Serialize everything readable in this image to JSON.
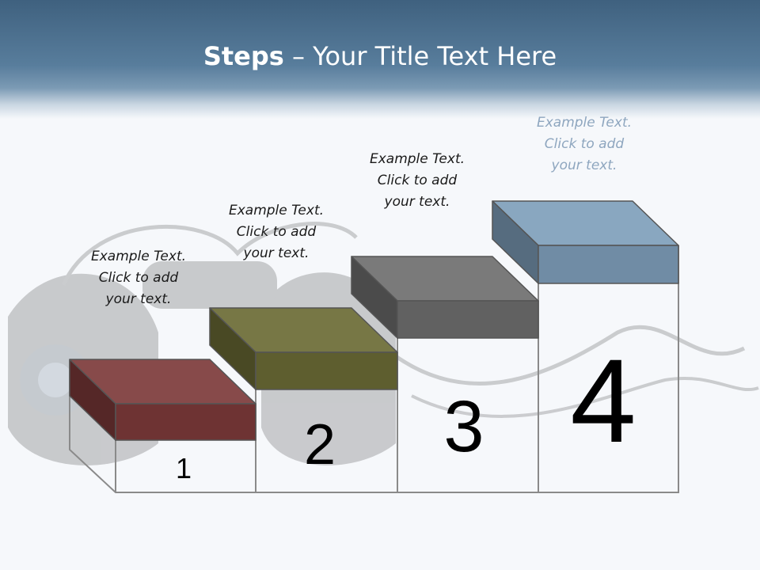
{
  "title": {
    "bold": "Steps",
    "rest": " – Your Title Text Here"
  },
  "steps": [
    {
      "number": "1",
      "color": "#7d3a3a",
      "text": [
        "Example Text.",
        "Click  to add",
        "your text."
      ]
    },
    {
      "number": "2",
      "color": "#6b6b35",
      "text": [
        "Example Text.",
        "Click  to add",
        "your text."
      ]
    },
    {
      "number": "3",
      "color": "#6e6e6e",
      "text": [
        "Example Text.",
        "Click  to add",
        "your text."
      ]
    },
    {
      "number": "4",
      "color": "#7f9fbb",
      "text": [
        "Example Text.",
        "Click  to add",
        "your text."
      ]
    }
  ]
}
